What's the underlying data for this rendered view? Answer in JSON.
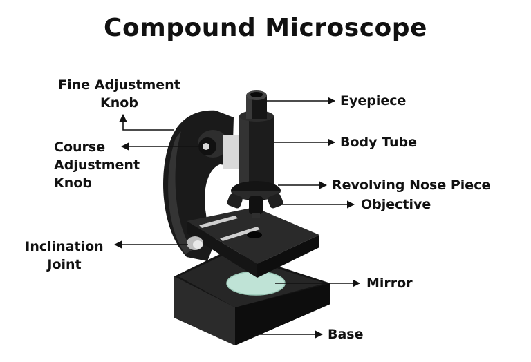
{
  "title": "Compound Microscope",
  "labels": {
    "fine_adjustment_knob": [
      "Fine Adjustment",
      "Knob"
    ],
    "course_adjustment_knob": [
      "Course",
      "Adjustment",
      "Knob"
    ],
    "inclination_joint": [
      "Inclination",
      "Joint"
    ],
    "eyepiece": "Eyepiece",
    "body_tube": "Body Tube",
    "revolving_nose_piece": "Revolving Nose Piece",
    "objective": "Objective",
    "mirror": "Mirror",
    "base": "Base"
  },
  "colors": {
    "body": "#1c1c1c",
    "body_light": "#3a3a3a",
    "stage_top": "#2a2a2a",
    "metal": "#cfcfcf",
    "mirror": "#bfe3d6",
    "arrow": "#111111"
  }
}
